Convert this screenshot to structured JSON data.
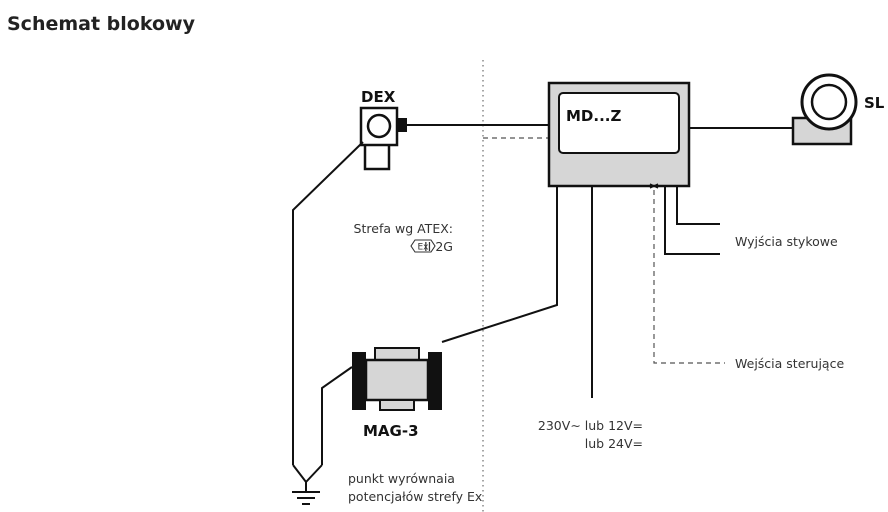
{
  "title": "Schemat blokowy",
  "devices": {
    "dex": "DEX",
    "controller": "MD...Z",
    "signal": "SL",
    "meter": "MAG-3"
  },
  "labels": {
    "zone_line1": "Strefa wg ATEX:",
    "zone_symbol": "Ex",
    "zone_line2": "II 2G",
    "relay_outputs": "Wyjścia stykowe",
    "control_inputs": "Wejścia sterujące",
    "power_line1": "230V∼ lub 12V=",
    "power_line2": "lub 24V=",
    "ground_line1": "punkt wyrównaia",
    "ground_line2": "potencjałów strefy Ex"
  },
  "colors": {
    "device_fill": "#d6d6d6",
    "line": "#111111"
  }
}
